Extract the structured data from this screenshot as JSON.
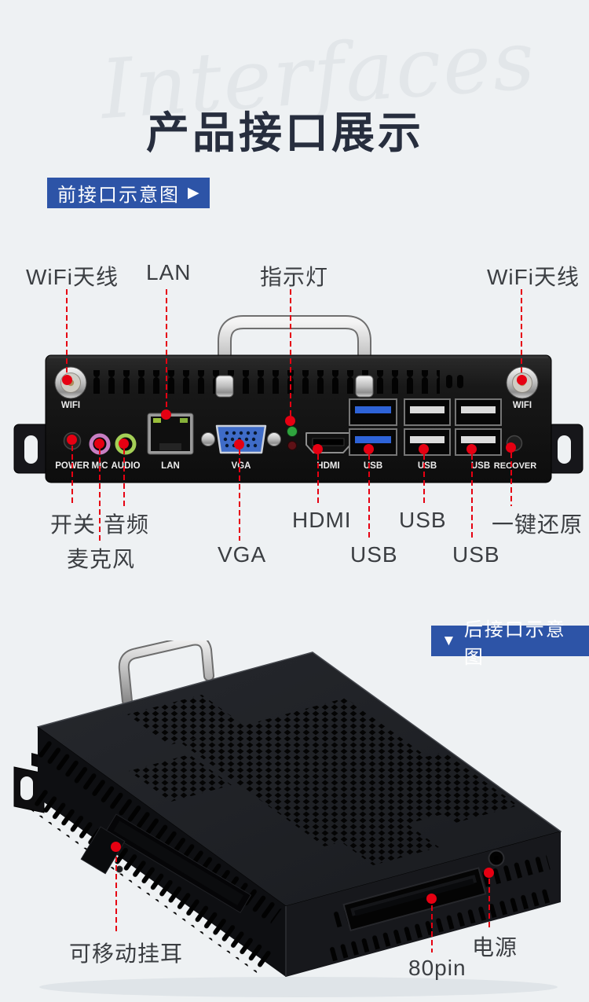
{
  "colors": {
    "background": "#eef1f3",
    "accent_blue": "#2d54a7",
    "leader_red": "#e60012",
    "title_navy": "#272e3e"
  },
  "header": {
    "watermark": "Interfaces",
    "title": "产品接口展示"
  },
  "front": {
    "tag_label": "前接口示意图",
    "tag_arrow": "▶",
    "callouts": {
      "wifi_left": "WiFi天线",
      "lan": "LAN",
      "indicator": "指示灯",
      "wifi_right": "WiFi天线",
      "power": "开关",
      "audio": "音频",
      "mic": "麦克风",
      "vga": "VGA",
      "hdmi": "HDMI",
      "usb_1": "USB",
      "usb_2": "USB",
      "usb_3": "USB",
      "recover": "一键还原"
    },
    "panel_prints": {
      "wifi_left": "WIFI",
      "wifi_right": "WIFI",
      "power": "POWER",
      "mic": "MIC",
      "audio": "AUDIO",
      "lan": "LAN",
      "vga": "VGA",
      "hdmi": "HDMI",
      "usb_1": "USB",
      "usb_2": "USB",
      "usb_3": "USB",
      "recover": "RECOVER"
    }
  },
  "rear": {
    "tag_arrow": "▼",
    "tag_label": "后接口示意图",
    "callouts": {
      "ear": "可移动挂耳",
      "pin80": "80pin",
      "power": "电源"
    }
  }
}
